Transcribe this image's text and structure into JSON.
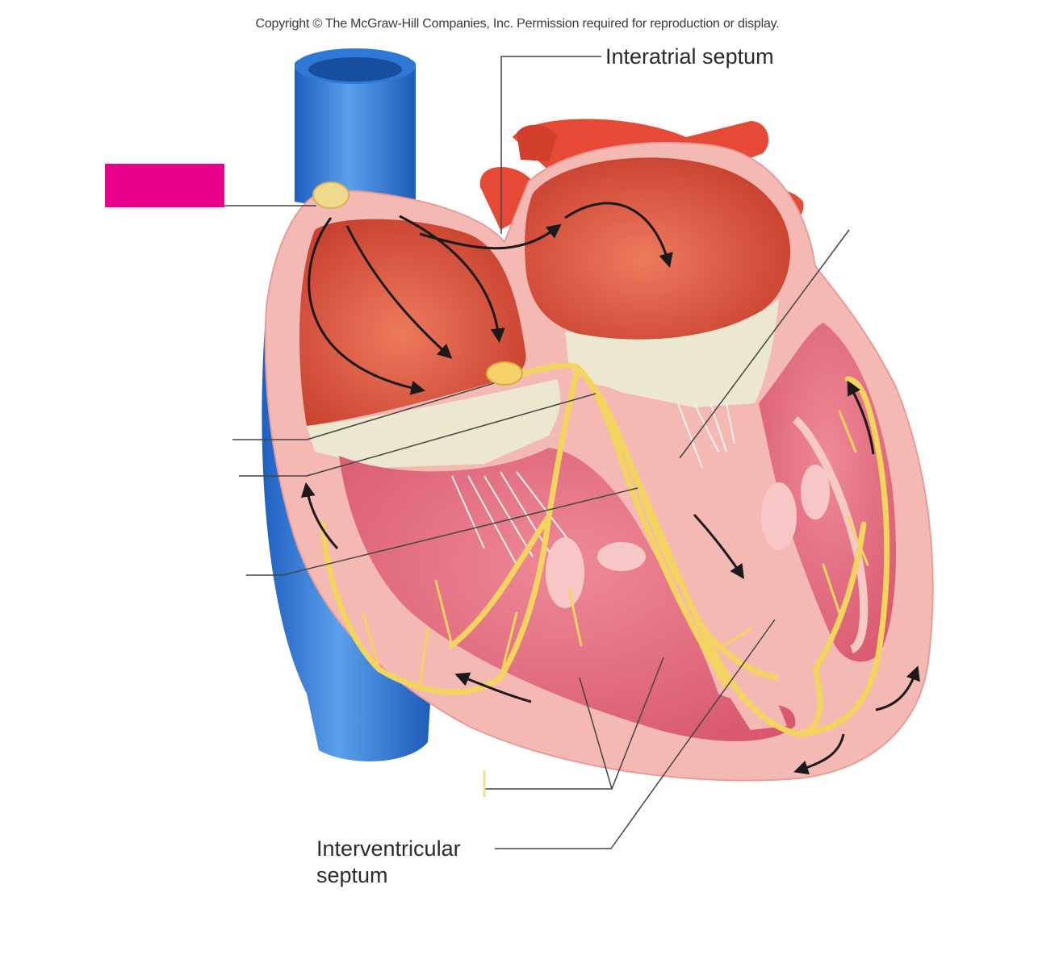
{
  "copyright": "Copyright © The McGraw-Hill Companies, Inc. Permission required for reproduction or display.",
  "labels": {
    "interatrial_septum": "Interatrial septum",
    "interventricular_septum_line1": "Interventricular",
    "interventricular_septum_line2": "septum"
  },
  "blank_labels": [
    "",
    "",
    "",
    "",
    "",
    "",
    ""
  ],
  "colors": {
    "vein_blue": "#2f78d6",
    "heart_wall_pink": "#f5b9b4",
    "chamber_red": "#e0573f",
    "artery_red": "#e64a36",
    "conduction_yellow": "#f3d45e",
    "label_mask_magenta": "#e8008c",
    "valve_cream": "#ece8cf"
  }
}
